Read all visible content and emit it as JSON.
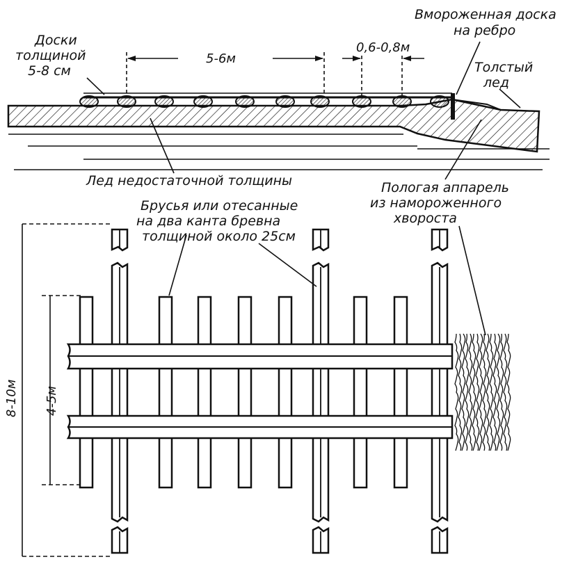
{
  "colors": {
    "ink": "#111111",
    "paper": "#ffffff"
  },
  "labels": {
    "boards_thickness": [
      "Доски",
      "толщиной",
      "5-8 см"
    ],
    "board_spacing": "5-6м",
    "log_spacing": "0,6-0,8м",
    "frozen_board": [
      "Вмороженная доска",
      "на ребро"
    ],
    "thick_ice": [
      "Толстый",
      "лед"
    ],
    "thin_ice": "Лед недостаточной толщины",
    "ramp": [
      "Пологая аппарель",
      "из намороженного",
      "хвороста"
    ],
    "beams": [
      "Брусья или отесанные",
      "на два канта бревна",
      "толщиной около 25см"
    ],
    "overall_width": "8-10м",
    "deck_width": "4-5м"
  }
}
